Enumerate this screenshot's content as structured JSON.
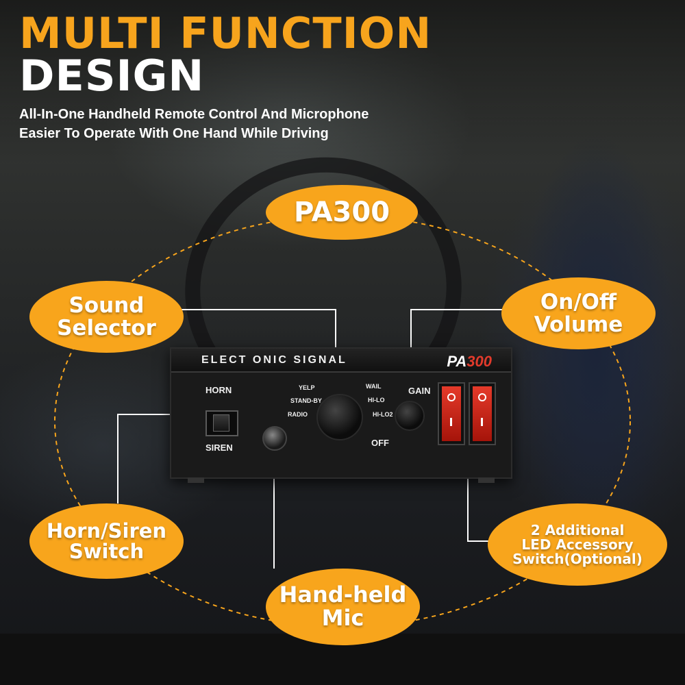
{
  "headline": {
    "line1": "MULTI FUNCTION",
    "line2": "DESIGN"
  },
  "subtitle": {
    "line1": "All-In-One Handheld Remote Control And Microphone",
    "line2": "Easier To Operate With One Hand While Driving"
  },
  "callouts": {
    "model": "PA300",
    "sound_selector": "Sound\nSelector",
    "on_off_volume": "On/Off\nVolume",
    "horn_siren_switch": "Horn/Siren\nSwitch",
    "handheld_mic": "Hand-held\nMic",
    "led_switch": "2 Additional\nLED Accessory\nSwitch(Optional)"
  },
  "device": {
    "brand": "ELECT ONIC SIGNAL",
    "model_prefix": "PA",
    "model_number": "300",
    "horn": "HORN",
    "siren": "SIREN",
    "yelp": "YELP",
    "wail": "WAIL",
    "standby": "STAND-BY",
    "hi_lo": "HI-LO",
    "radio": "RADIO",
    "hi_lo2": "HI-LO2",
    "gain": "GAIN",
    "off": "OFF"
  },
  "colors": {
    "accent": "#f8a51c",
    "headline": "#f7a41d",
    "switch_red": "#e53a2a"
  }
}
